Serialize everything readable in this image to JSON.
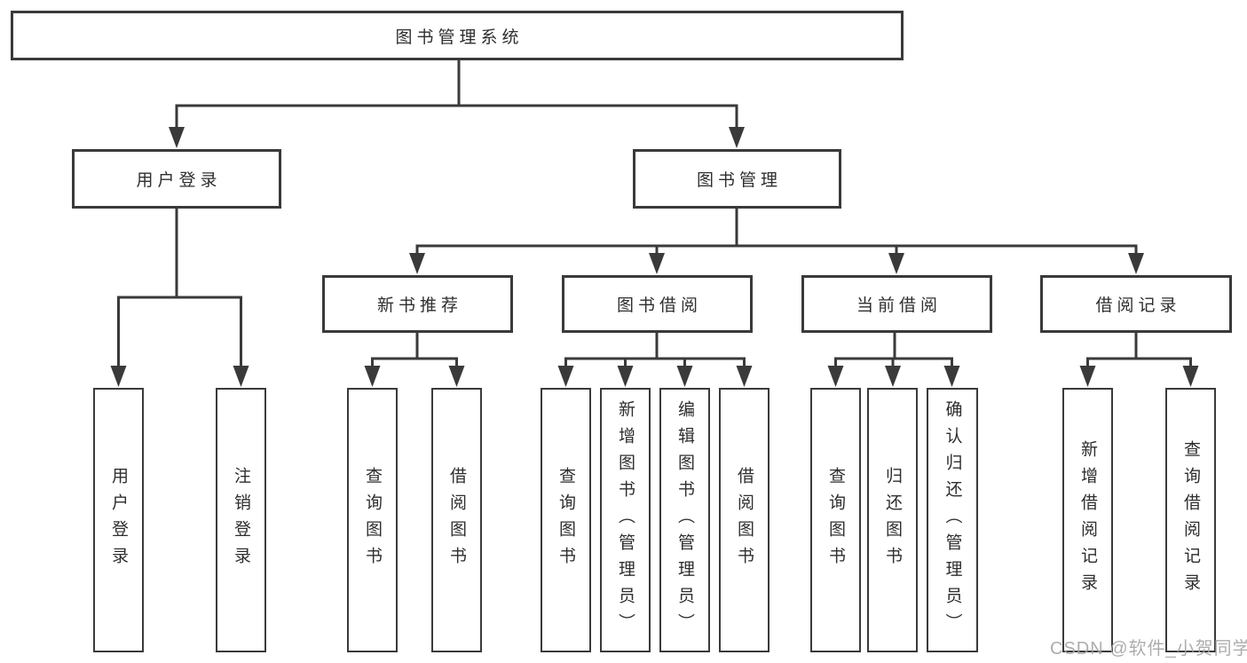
{
  "diagram": {
    "root": {
      "label": "图书管理系统",
      "children": [
        {
          "label": "用户登录",
          "children": [
            {
              "label": "用户登录"
            },
            {
              "label": "注销登录"
            }
          ]
        },
        {
          "label": "图书管理",
          "children": [
            {
              "label": "新书推荐",
              "children": [
                {
                  "label": "查询图书"
                },
                {
                  "label": "借阅图书"
                }
              ]
            },
            {
              "label": "图书借阅",
              "children": [
                {
                  "label": "查询图书"
                },
                {
                  "label": "新增图书（管理员）"
                },
                {
                  "label": "编辑图书（管理员）"
                },
                {
                  "label": "借阅图书"
                }
              ]
            },
            {
              "label": "当前借阅",
              "children": [
                {
                  "label": "查询图书"
                },
                {
                  "label": "归还图书"
                },
                {
                  "label": "确认归还（管理员）"
                }
              ]
            },
            {
              "label": "借阅记录",
              "children": [
                {
                  "label": "新增借阅记录"
                },
                {
                  "label": "查询借阅记录"
                }
              ]
            }
          ]
        }
      ]
    }
  },
  "watermark": {
    "text": "CSDN @软件_小贺同学"
  },
  "colors": {
    "line": "#3a3a3a",
    "border": "#3a3a3a",
    "text": "#2e2e2e",
    "background": "#ffffff",
    "watermark": "#a4a4a4"
  }
}
